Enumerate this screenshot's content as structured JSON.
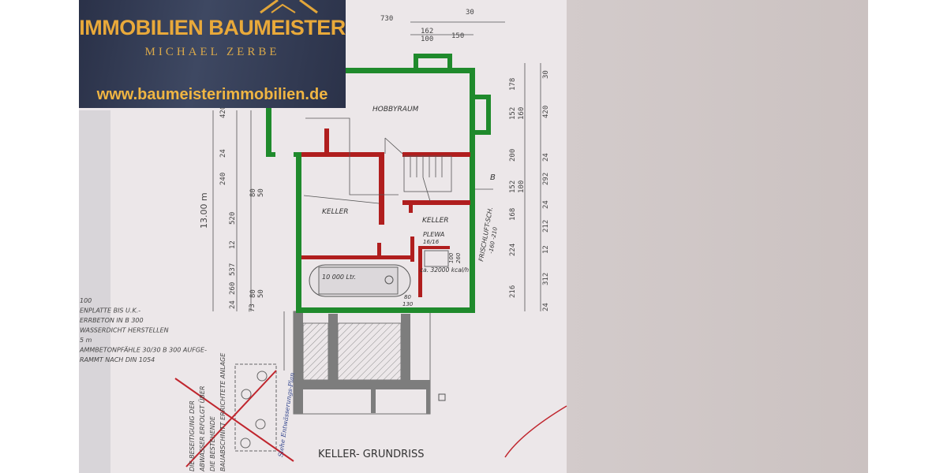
{
  "logo": {
    "brand": "IMMOBILIEN BAUMEISTER",
    "owner": "MICHAEL ZERBE",
    "url": "www.baumeisterimmobilien.de"
  },
  "plan": {
    "title": "KELLER- GRUNDRISS",
    "rooms": {
      "hobby": "HOBBYRAUM",
      "keller_left": "KELLER",
      "keller_right": "KELLER",
      "plewa": "PLEWA",
      "plewa_sub": "16/16",
      "tank": "10 000 Ltr.",
      "heater": "ca. 32000 kcal/h",
      "frischluft": "FRISCHLUFT-SCH.",
      "frischluft_sub": "-160 -210",
      "section_marker": "B"
    },
    "dims_top": [
      "730",
      "30",
      "162",
      "100",
      "150"
    ],
    "dims_right_inner": [
      "178",
      "152",
      "160",
      "200",
      "152",
      "100",
      "168",
      "224",
      "216"
    ],
    "dims_right_outer": [
      "30",
      "420",
      "24",
      "292",
      "24",
      "212",
      "12",
      "312",
      "24"
    ],
    "dims_left": [
      "420",
      "24",
      "240",
      "80",
      "50",
      "520",
      "12",
      "537",
      "24",
      "260",
      "80",
      "50",
      "73"
    ],
    "overall": "13.00 m",
    "small_dims": [
      "80",
      "130",
      "100",
      "260"
    ],
    "notes": [
      "100",
      "ENPLATTE  BIS  U.K.-",
      "ERRBETON  IN  B 300",
      "WASSERDICHT  HERSTELLEN",
      "5 m",
      "AMMBETONPFÄHLE 30/30 B 300 AUFGE-",
      "RAMMT  NACH  DIN  1054"
    ],
    "vertical_notes": [
      "DIE BESEITIGUNG DER",
      "ABWASSER ERFOLGT ÜBER",
      "DIE BESTEHENDE",
      "BAUABSCHNITT ERRICHTETE ANLAGE"
    ],
    "handwritten": "Siehe Entwässerungs-Plan",
    "colors": {
      "exterior_wall": "#1f8a2c",
      "interior_wall": "#b01e1e",
      "paper": "#ece7e9",
      "logo_gold": "#e9a93a",
      "logo_bg": "#333b55"
    }
  }
}
